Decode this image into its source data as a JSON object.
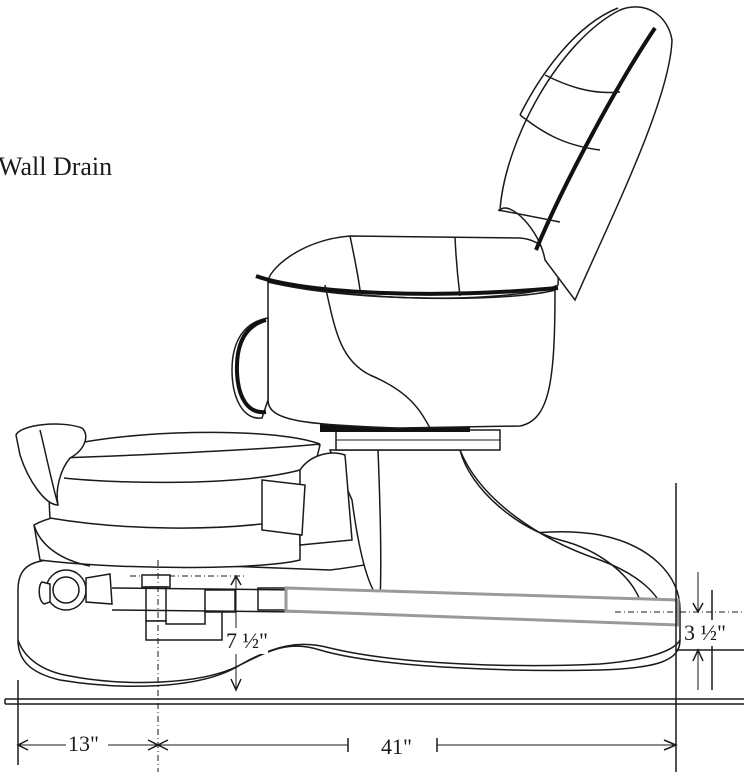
{
  "diagram": {
    "title": "Wall Drain",
    "dimensions": {
      "base_front": "13\"",
      "base_length": "41\"",
      "drain_height": "7 ½\"",
      "pipe_height": "3 ½\""
    }
  }
}
